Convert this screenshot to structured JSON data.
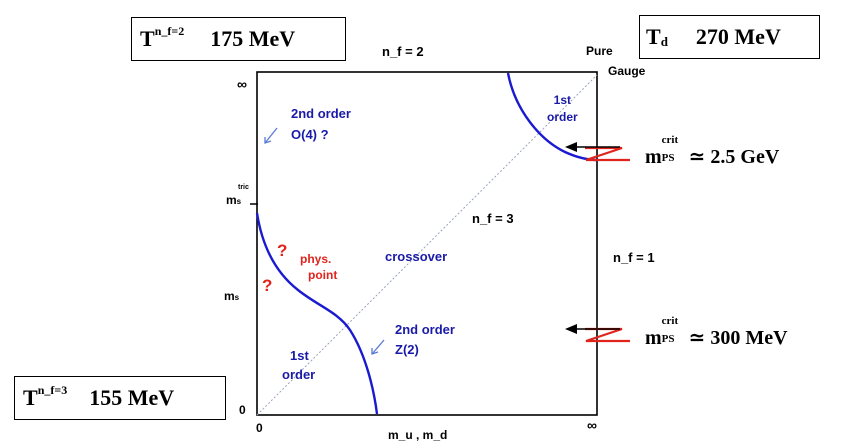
{
  "boxes": {
    "tl": {
      "label": "T",
      "sup": "n_f=2",
      "value": "175 MeV"
    },
    "tr": {
      "label": "T",
      "sub": "d",
      "value": "270 MeV"
    },
    "bl": {
      "label": "T",
      "sup": "n_f=3",
      "value": "155 MeV"
    }
  },
  "top": {
    "nf2": "n_f = 2",
    "pure1": "Pure",
    "pure2": "Gauge"
  },
  "axes": {
    "inf_y": "∞",
    "ms_tric": "m",
    "ms_tric_sub": "s",
    "ms_tric_sup": "tric",
    "ms": "m",
    "ms_sub": "s",
    "zero_y": "0",
    "zero_x": "0",
    "inf_x": "∞",
    "xlabel": "m_u , m_d"
  },
  "regions": {
    "second_order_top_1": "2nd order",
    "second_order_top_2": "O(4) ?",
    "first_order_top_1": "1st",
    "first_order_top_2": "order",
    "nf3": "n_f = 3",
    "crossover": "crossover",
    "nf1": "n_f = 1",
    "phys_1": "phys.",
    "phys_2": "point",
    "q1": "?",
    "q2": "?",
    "second_order_bot_1": "2nd order",
    "second_order_bot_2": "Z(2)",
    "first_order_bot_1": "1st",
    "first_order_bot_2": "order"
  },
  "annotations": {
    "mcrit_top": {
      "m": "m",
      "sup": "crit",
      "sub": "PS",
      "rel": "≃ 2.5 GeV"
    },
    "mcrit_bot": {
      "m": "m",
      "sup": "crit",
      "sub": "PS",
      "rel": "≃ 300 MeV"
    }
  },
  "colors": {
    "blue": "#1a1aa8",
    "red": "#e0241c",
    "line": "#1a1ad0",
    "diag": "#9aa6b8"
  }
}
